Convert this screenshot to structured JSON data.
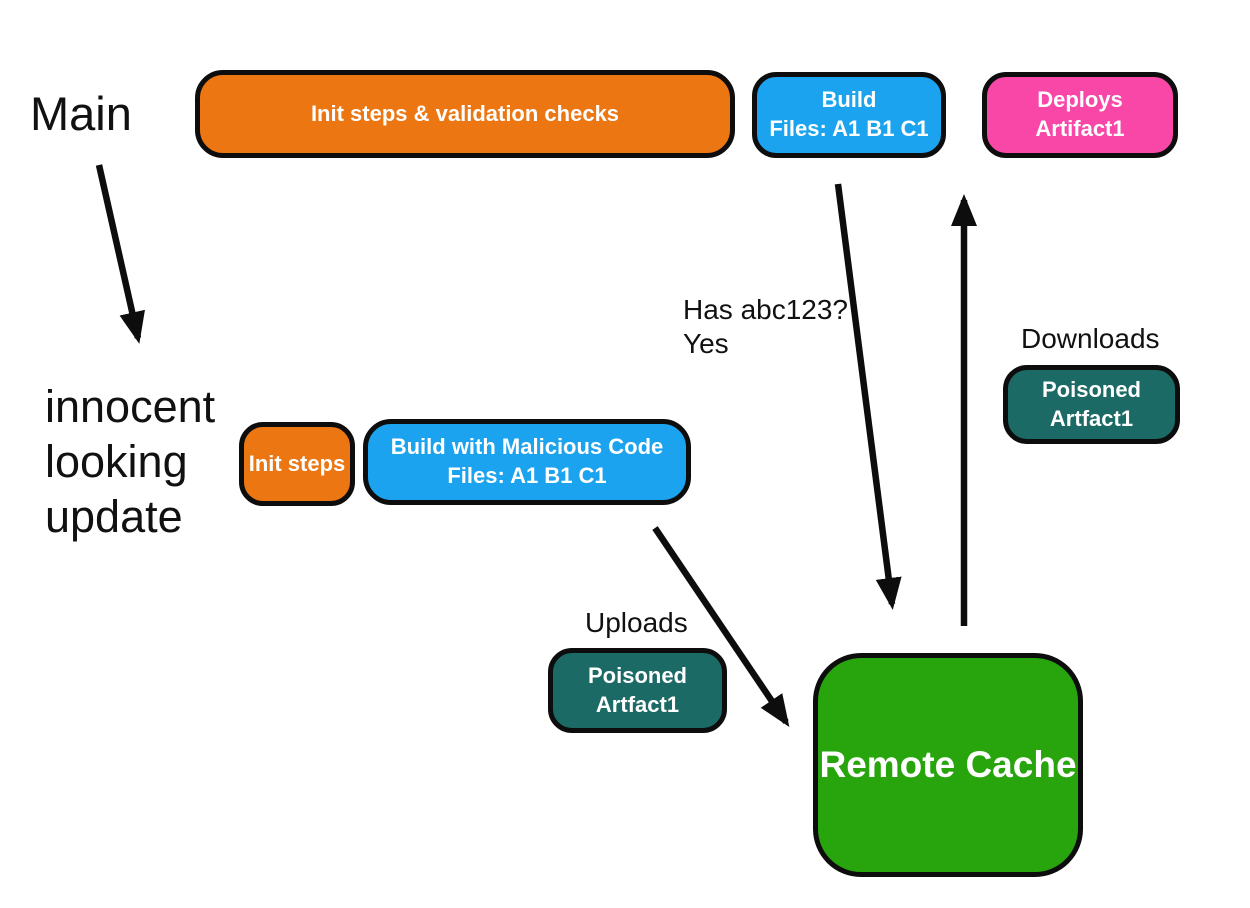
{
  "diagram": {
    "title": "Remote cache poisoning pipeline diagram",
    "colors": {
      "background": "#ffffff",
      "orange": "#EC7611",
      "blue": "#1BA3EF",
      "pink": "#F947A8",
      "teal": "#1C6A66",
      "green": "#28A40D",
      "outline": "#0d0d0d",
      "text": "#111111",
      "node_text": "#ffffff"
    },
    "labels": {
      "main": "Main",
      "innocent_update": "innocent\nlooking\nupdate",
      "has_abc123": "Has abc123?\nYes",
      "downloads": "Downloads",
      "uploads": "Uploads"
    },
    "nodes": {
      "init_validation": {
        "label": "Init steps & validation checks",
        "color": "#EC7611"
      },
      "build": {
        "label": "Build\nFiles: A1 B1 C1",
        "color": "#1BA3EF"
      },
      "deploys": {
        "label": "Deploys\nArtifact1",
        "color": "#F947A8"
      },
      "init_steps": {
        "label": "Init steps",
        "color": "#EC7611"
      },
      "build_malicious": {
        "label": "Build with Malicious Code\nFiles: A1 B1 C1",
        "color": "#1BA3EF"
      },
      "poisoned_download": {
        "label": "Poisoned\nArtfact1",
        "color": "#1C6A66"
      },
      "poisoned_upload": {
        "label": "Poisoned\nArtfact1",
        "color": "#1C6A66"
      },
      "remote_cache": {
        "label": "Remote Cache",
        "color": "#28A40D"
      }
    },
    "edges": [
      {
        "from": "Main",
        "to": "innocent looking update",
        "label": ""
      },
      {
        "from": "Build",
        "to": "Remote Cache",
        "label": "Has abc123? Yes"
      },
      {
        "from": "Remote Cache",
        "to": "Deploys Artifact1",
        "label": "Downloads Poisoned Artfact1"
      },
      {
        "from": "Build with Malicious Code",
        "to": "Remote Cache",
        "label": "Uploads Poisoned Artfact1"
      }
    ]
  }
}
